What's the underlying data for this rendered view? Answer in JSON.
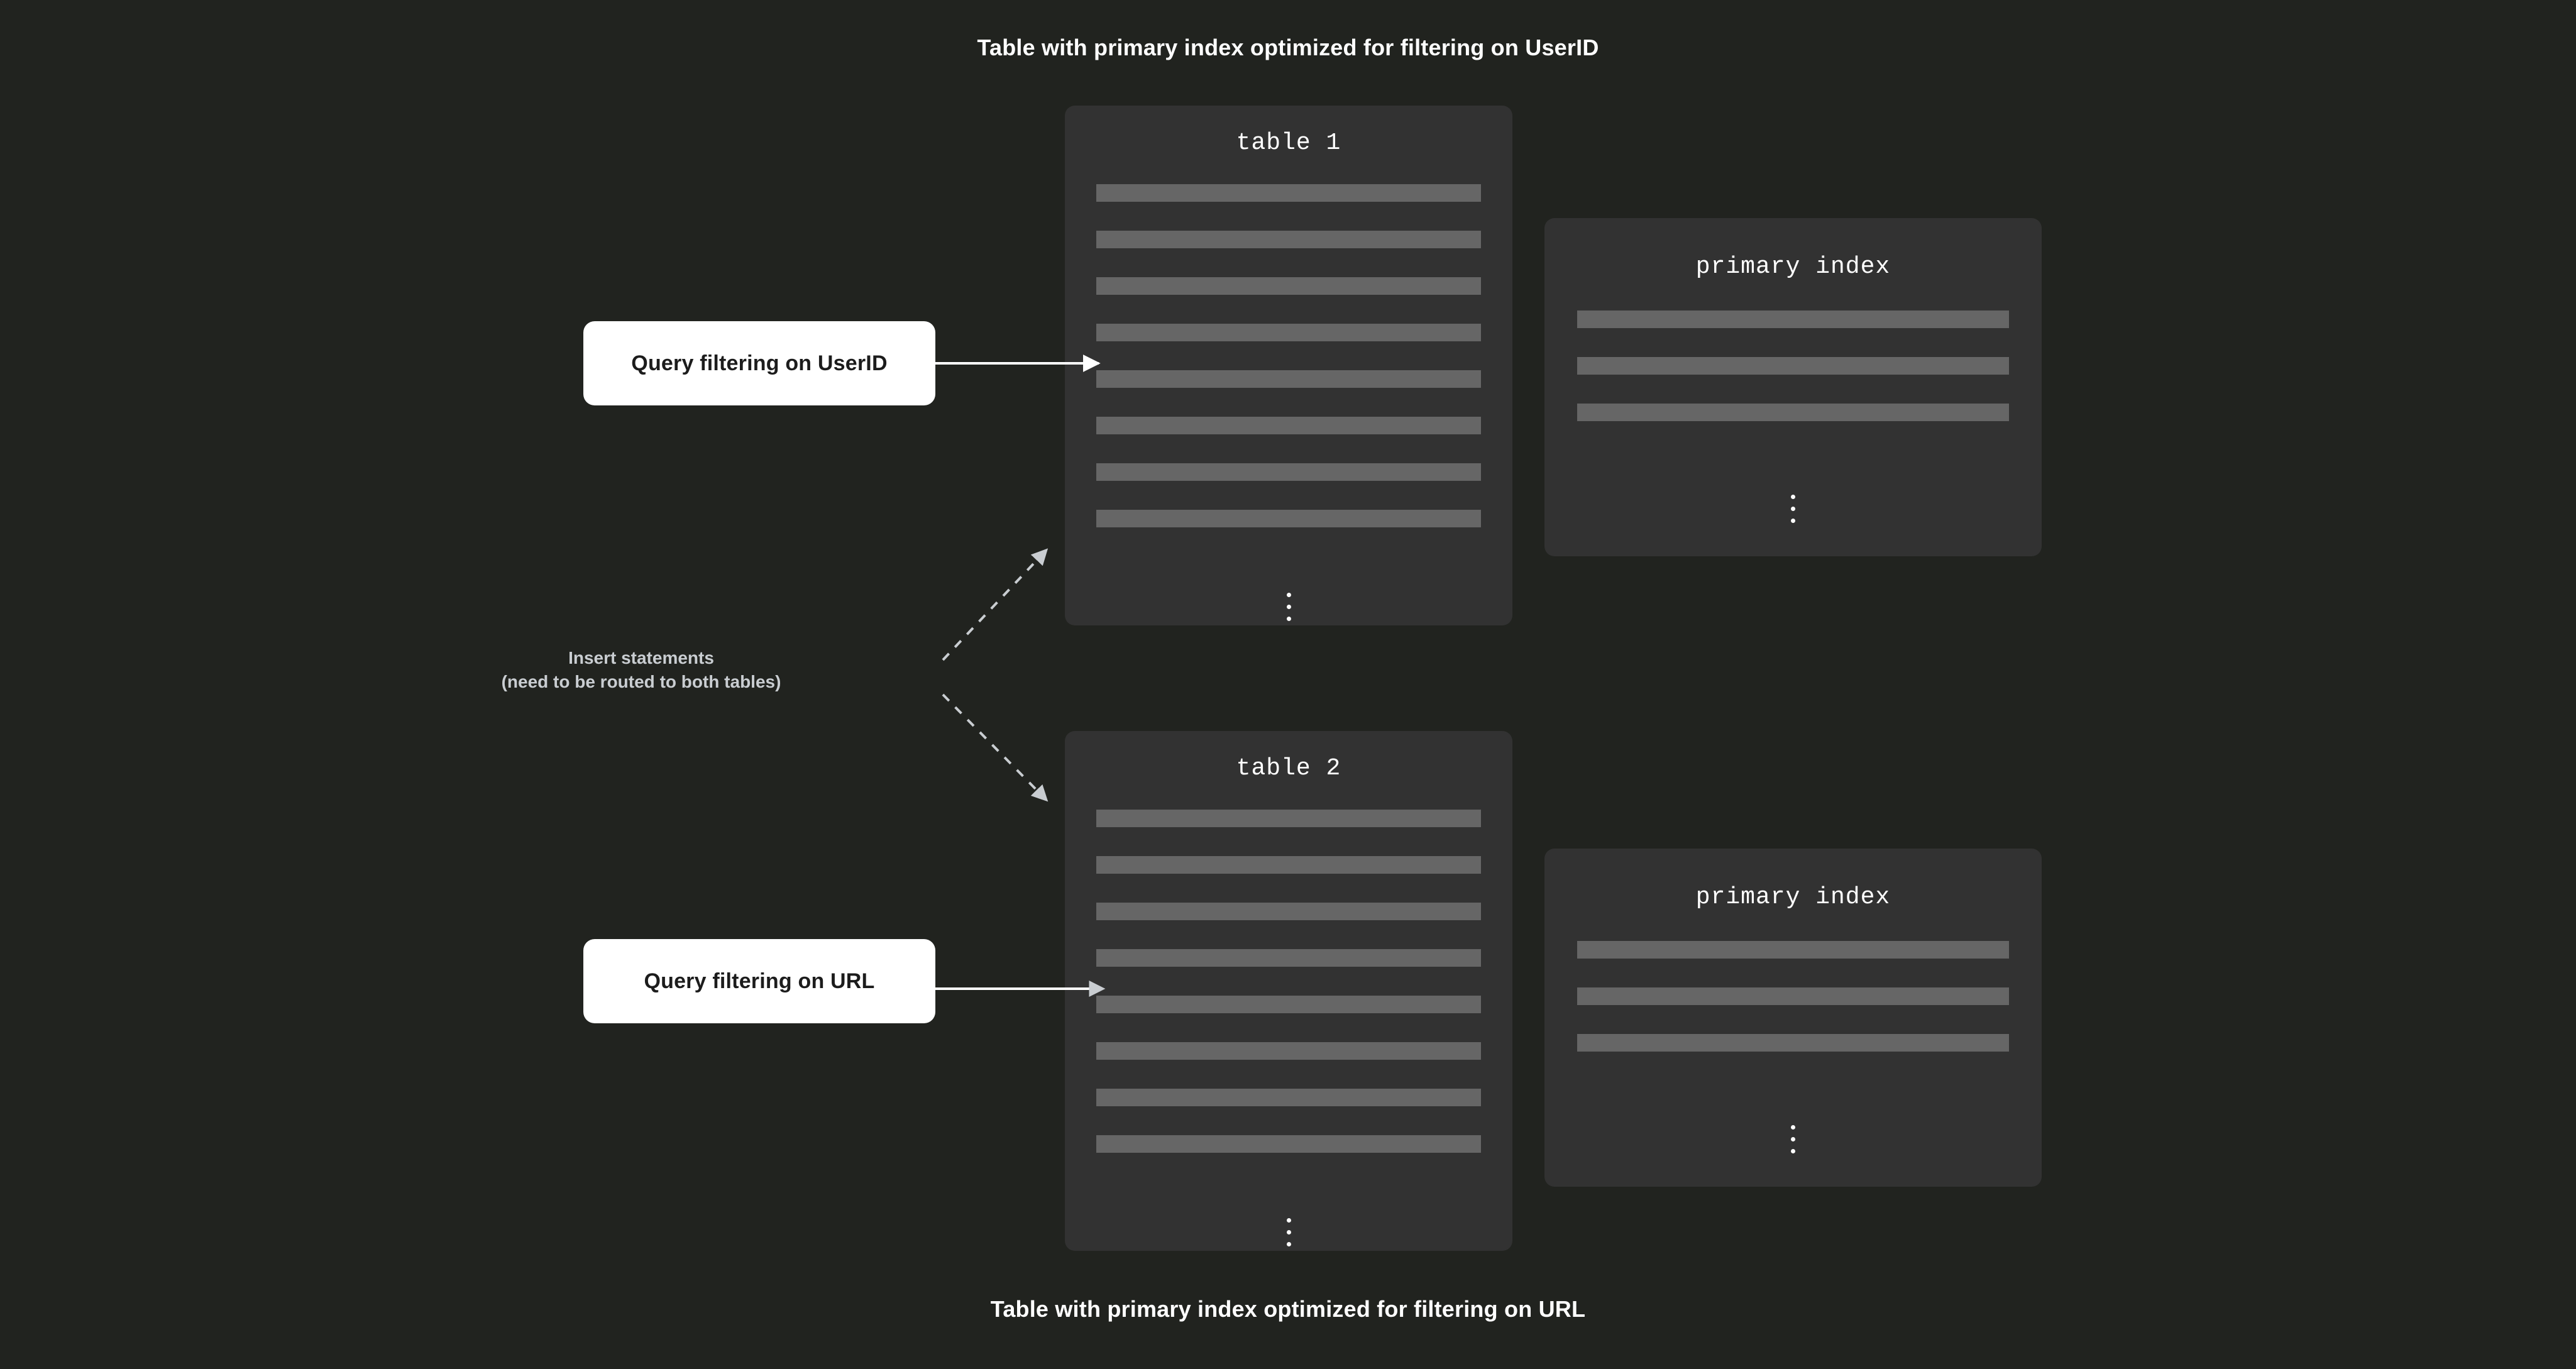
{
  "page": {
    "background_color": "#21231f",
    "card_color": "#323232",
    "row_color": "#666666",
    "accent_white": "#ffffff",
    "dashed_arrow_color": "#c9cdd1"
  },
  "captions": {
    "top": "Table with primary index optimized for filtering on UserID",
    "bottom": "Table with primary index optimized for filtering on URL"
  },
  "tables": [
    {
      "title": "table 1",
      "row_count": 8,
      "ellipsis": "vertical-ellipsis"
    },
    {
      "title": "table 2",
      "row_count": 8,
      "ellipsis": "vertical-ellipsis"
    }
  ],
  "primary_indexes": [
    {
      "title": "primary index",
      "row_count": 3,
      "ellipsis": "vertical-ellipsis"
    },
    {
      "title": "primary index",
      "row_count": 3,
      "ellipsis": "vertical-ellipsis"
    }
  ],
  "queries": [
    {
      "label": "Query filtering on UserID"
    },
    {
      "label": "Query filtering on URL"
    }
  ],
  "insert_note": {
    "line1": "Insert statements",
    "line2": "(need to be routed to both tables)"
  }
}
